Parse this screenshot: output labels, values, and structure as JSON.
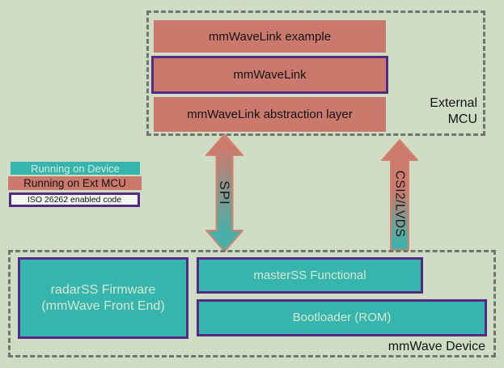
{
  "diagram": {
    "external_mcu": {
      "label_line1": "External",
      "label_line2": "MCU",
      "boxes": {
        "example": "mmWaveLink example",
        "mmwavelink": "mmWaveLink",
        "abstraction": "mmWaveLink abstraction layer"
      }
    },
    "legend": {
      "running_on_device": "Running on Device",
      "running_on_ext_mcu": "Running on Ext MCU",
      "iso_26262": "ISO 26262 enabled code"
    },
    "arrows": {
      "spi": "SPI",
      "csi2_lvds": "CSI2/LVDS"
    },
    "mmwave_device": {
      "label": "mmWave Device",
      "boxes": {
        "radarss_line1": "radarSS Firmware",
        "radarss_line2": "(mmWave Front End)",
        "masterss": "masterSS Functional",
        "bootloader": "Bootloader (ROM)"
      }
    },
    "colors": {
      "background": "#cfddc5",
      "device_fill": "#35b5ae",
      "ext_mcu_fill": "#ca796c",
      "iso_border_purple": "#542a82",
      "dashed_border_gray": "#71756f",
      "pale_box_text": "#d5e8d0"
    }
  }
}
